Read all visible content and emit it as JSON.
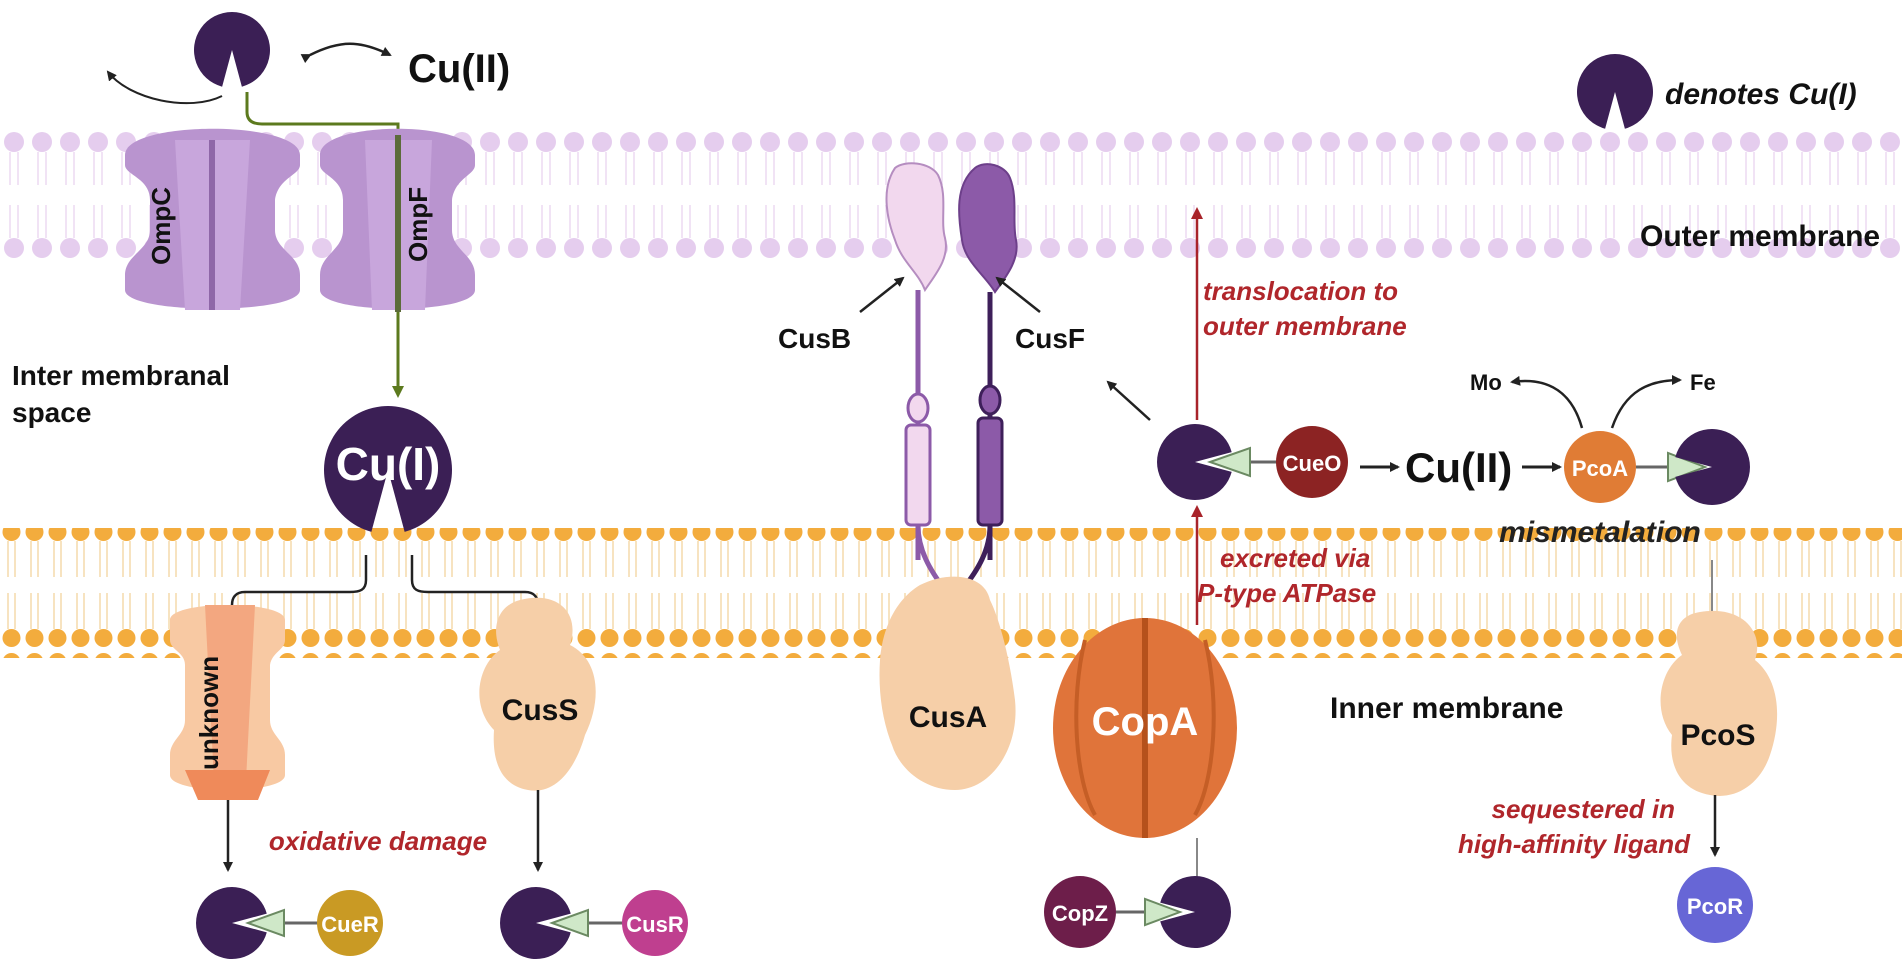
{
  "labels": {
    "cu_ii_top": "Cu(II)",
    "cu_i_center": "Cu(I)",
    "cu_ii_mid": "Cu(II)",
    "legend_text": "denotes Cu(I)",
    "outer_membrane": "Outer membrane",
    "inner_membrane": "Inner membrane",
    "inter_membranal_line1": "Inter membranal",
    "inter_membranal_line2": "space",
    "translocation_line1": "translocation to",
    "translocation_line2": "outer membrane",
    "excreted_line1": "excreted via",
    "excreted_line2": "P-type ATPase",
    "oxidative_damage": "oxidative damage",
    "mismetalation": "mismetalation",
    "sequestered_line1": "sequestered in",
    "sequestered_line2": "high-affinity ligand",
    "mo": "Mo",
    "fe": "Fe"
  },
  "proteins": {
    "ompc": "OmpC",
    "ompf": "OmpF",
    "cusb": "CusB",
    "cusf": "CusF",
    "cusa": "CusA",
    "cuso": "CueO",
    "pcoa": "PcoA",
    "unknown": "unknown",
    "cuss": "CusS",
    "copa": "CopA",
    "pcos": "PcoS",
    "cuer": "CueR",
    "cusr": "CusR",
    "copz": "CopZ",
    "pcor": "PcoR"
  },
  "colors": {
    "copper_i": "#3b1f55",
    "outer_membrane": "#e2c9ea",
    "inner_membrane": "#f2a93b",
    "porin": "#b994cf",
    "peach_protein": "#f6cfa8",
    "red_text": "#b0262b",
    "cueo": "#8c2323",
    "pcoa": "#e07c35",
    "copa": "#e0743a",
    "cuer": "#c99a24",
    "cusr": "#bf3f8f",
    "copz": "#6d1e4a",
    "pcor": "#6766d6"
  }
}
